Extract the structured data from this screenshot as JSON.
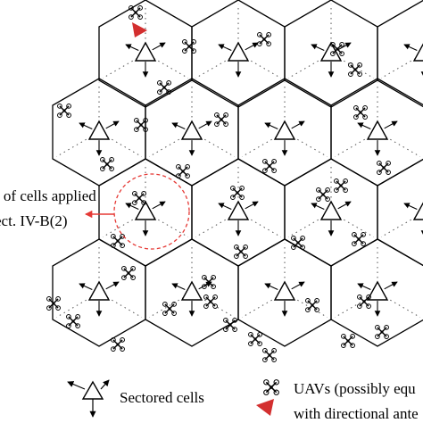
{
  "annotation": {
    "line1": "r of cells applied",
    "line2": "ect. IV-B(2)",
    "highlight_color": "#e53935"
  },
  "legend": {
    "sectored_label": "Sectored cells",
    "sectored_icon": "sectored-cell-icon",
    "uav_line1": "UAVs (possibly equ",
    "uav_line2": "with directional ante",
    "uav_icon": "quadcopter-icon",
    "antenna_marker_color": "#d32f2f"
  },
  "colors": {
    "line": "#000000",
    "sector_divider": "#555555"
  }
}
